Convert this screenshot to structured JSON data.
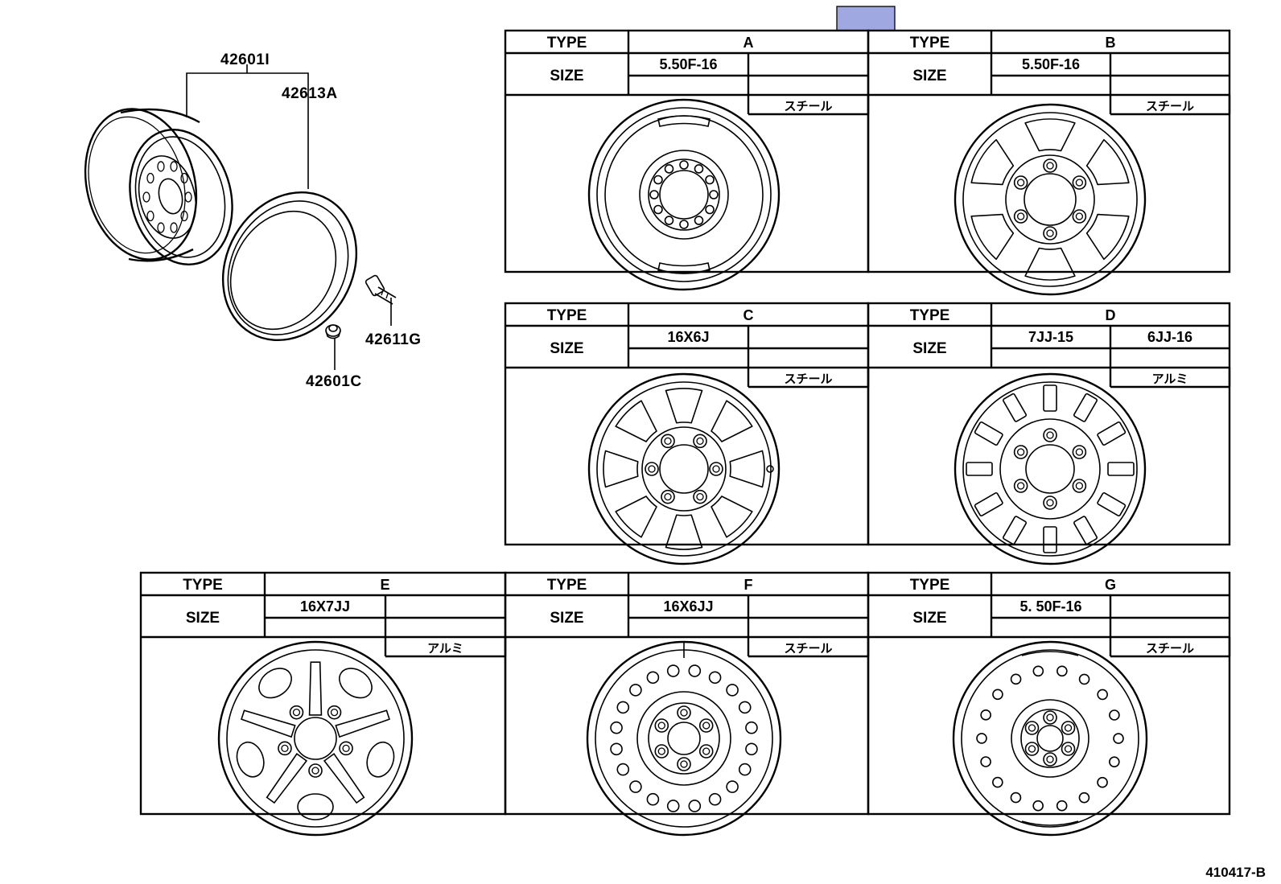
{
  "header_marker": {
    "color": "#9fa8e0"
  },
  "labels": {
    "type": "TYPE",
    "size": "SIZE"
  },
  "explode": {
    "part_wheel_assy": "42601I",
    "part_rim": "42613A",
    "part_bolt": "42611G",
    "part_nut": "42601C"
  },
  "wheel_types": [
    {
      "id": "A",
      "size1": "5.50F-16",
      "size2": "",
      "material": "スチール"
    },
    {
      "id": "B",
      "size1": "5.50F-16",
      "size2": "",
      "material": "スチール"
    },
    {
      "id": "C",
      "size1": "16X6J",
      "size2": "",
      "material": "スチール"
    },
    {
      "id": "D",
      "size1": "7JJ-15",
      "size2": "6JJ-16",
      "material": "アルミ"
    },
    {
      "id": "E",
      "size1": "16X7JJ",
      "size2": "",
      "material": "アルミ"
    },
    {
      "id": "F",
      "size1": "16X6JJ",
      "size2": "",
      "material": "スチール"
    },
    {
      "id": "G",
      "size1": "5. 50F-16",
      "size2": "",
      "material": "スチール"
    }
  ],
  "figure_code": "410417-B"
}
